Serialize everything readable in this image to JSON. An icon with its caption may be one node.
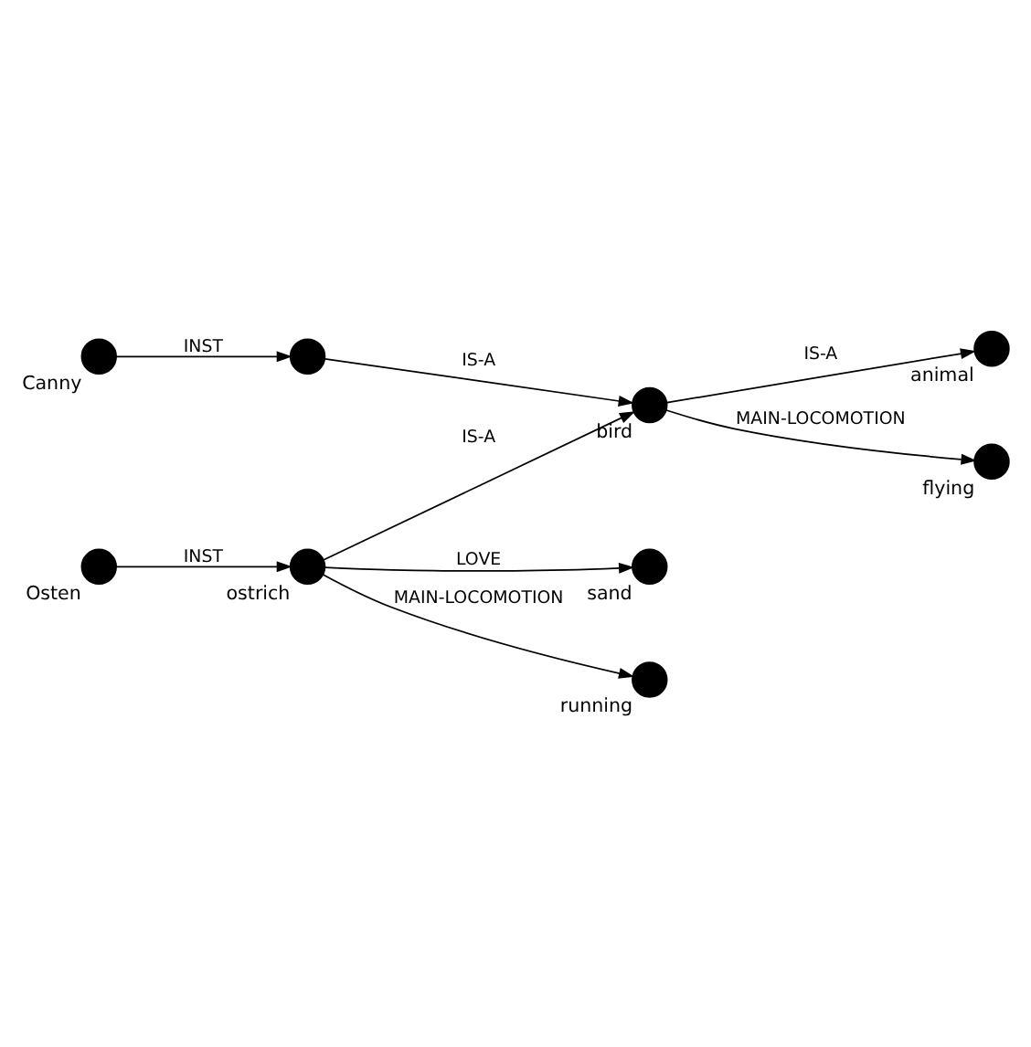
{
  "diagram": {
    "nodes": [
      {
        "text": [],
        "shape": "circle",
        "beside": [
          "animal"
        ]
      },
      {
        "text": [],
        "shape": "circle",
        "beside": [
          "bird"
        ]
      },
      {
        "text": [],
        "shape": "circle",
        "beside": [
          "flying"
        ]
      },
      {
        "text": [],
        "shape": "circle",
        "beside": [
          "sand"
        ]
      },
      {
        "text": [],
        "shape": "circle"
      },
      {
        "text": [],
        "shape": "circle",
        "beside": [
          "ostrich"
        ]
      },
      {
        "text": [],
        "shape": "circle",
        "beside": [
          "running"
        ]
      },
      {
        "text": [],
        "shape": "circle",
        "beside": [
          "Canny"
        ]
      },
      {
        "text": [],
        "shape": "circle",
        "beside": [
          "Osten"
        ]
      }
    ],
    "edges": [
      {
        "from": 1,
        "to": 0,
        "arrow": "to",
        "label": "IS-A"
      },
      {
        "from": 1,
        "to": 2,
        "arrow": "to",
        "label": "MAIN-LOCOMOTION"
      },
      {
        "from": 5,
        "to": 1,
        "arrow": "to",
        "label": "IS-A"
      },
      {
        "from": 4,
        "to": 1,
        "arrow": "to",
        "label": "IS-A"
      },
      {
        "from": 5,
        "to": 3,
        "arrow": "to",
        "label": "LOVE"
      },
      {
        "from": 5,
        "to": 6,
        "arrow": "to",
        "label": "MAIN-LOCOMOTION"
      },
      {
        "from": 7,
        "to": 4,
        "arrow": "to",
        "label": "INST"
      },
      {
        "from": 8,
        "to": 5,
        "arrow": "to",
        "label": "INST"
      }
    ]
  }
}
